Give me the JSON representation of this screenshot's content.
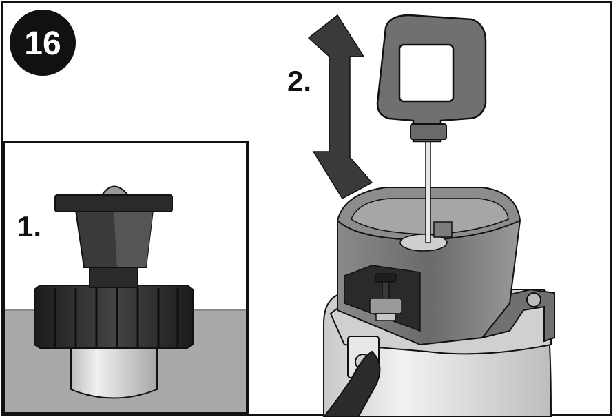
{
  "figure": {
    "step_number": "16",
    "inset_label": "1.",
    "main_label": "2."
  },
  "icons": {
    "badge": "step-number-circle",
    "arrow": "double-vertical-arrow",
    "valve": "pump-valve-assembly",
    "handle": "pump-handle",
    "sprayer": "pressure-sprayer-top"
  },
  "colors": {
    "outline": "#111111",
    "dark_part": "#2e2e2e",
    "mid_gray": "#7a7a7a",
    "light_gray": "#b8b8b8",
    "tank": "#dedede",
    "table_gray": "#a9a9a9",
    "arrow": "#3a3a3a"
  }
}
